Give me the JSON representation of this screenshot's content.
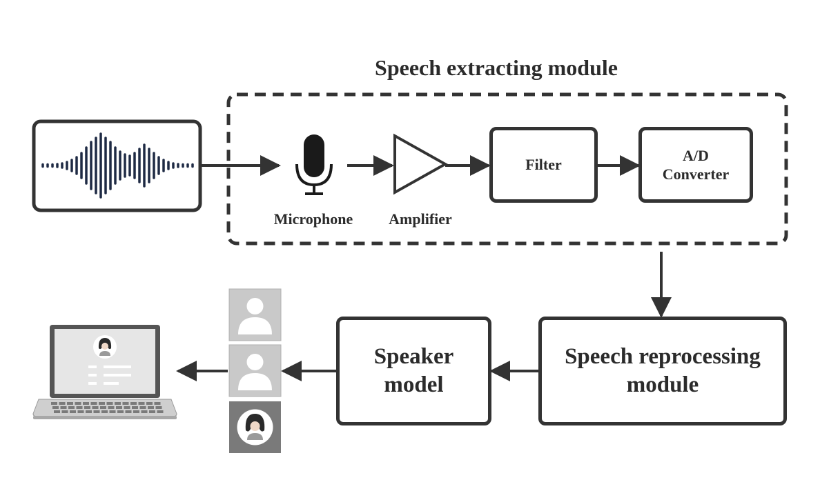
{
  "title": "Speech extracting module",
  "components": {
    "microphone": "Microphone",
    "amplifier": "Amplifier",
    "filter": "Filter",
    "ad_converter_line1": "A/D",
    "ad_converter_line2": "Converter",
    "speech_reprocessing_line1": "Speech reprocessing",
    "speech_reprocessing_line2": "module",
    "speaker_model_line1": "Speaker",
    "speaker_model_line2": "model"
  },
  "colors": {
    "stroke": "#333333",
    "avatar_light_bg": "#c9c9c9",
    "avatar_dark_bg": "#7a7a7a",
    "laptop_screen": "#e6e6e6"
  },
  "icons": [
    "waveform-icon",
    "microphone-icon",
    "amplifier-icon",
    "person-icon",
    "female-avatar-icon",
    "laptop-icon"
  ]
}
